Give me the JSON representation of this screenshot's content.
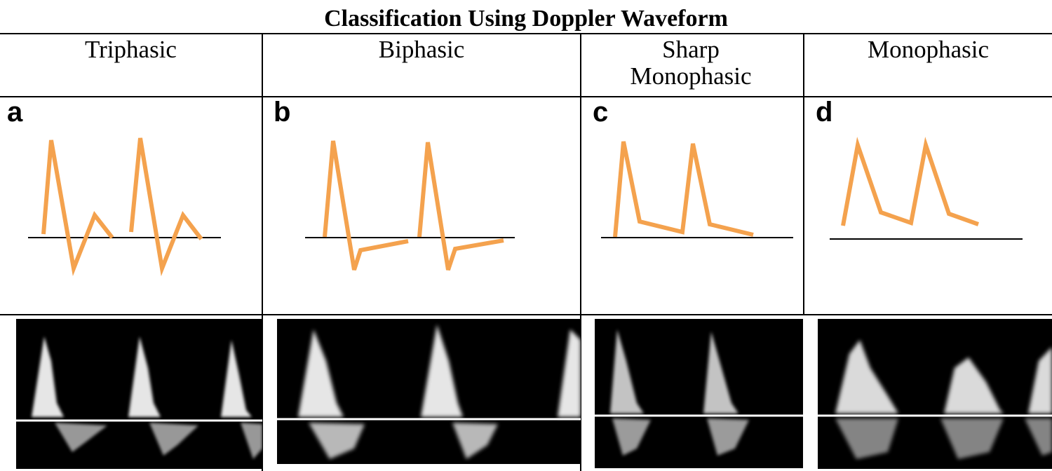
{
  "title": "Classification Using Doppler Waveform",
  "columns": [
    {
      "letter": "a",
      "heading": "Triphasic",
      "wave": "triphasic"
    },
    {
      "letter": "b",
      "heading": "Biphasic",
      "wave": "biphasic"
    },
    {
      "letter": "c",
      "heading": "Sharp Monophasic",
      "wave": "sharp-monophasic"
    },
    {
      "letter": "d",
      "heading": "Monophasic",
      "wave": "monophasic"
    }
  ],
  "colors": {
    "waveform": "#F4A24E",
    "baseline": "#000000",
    "spectral_background": "#000000",
    "spectral_signal": "#ffffff"
  }
}
